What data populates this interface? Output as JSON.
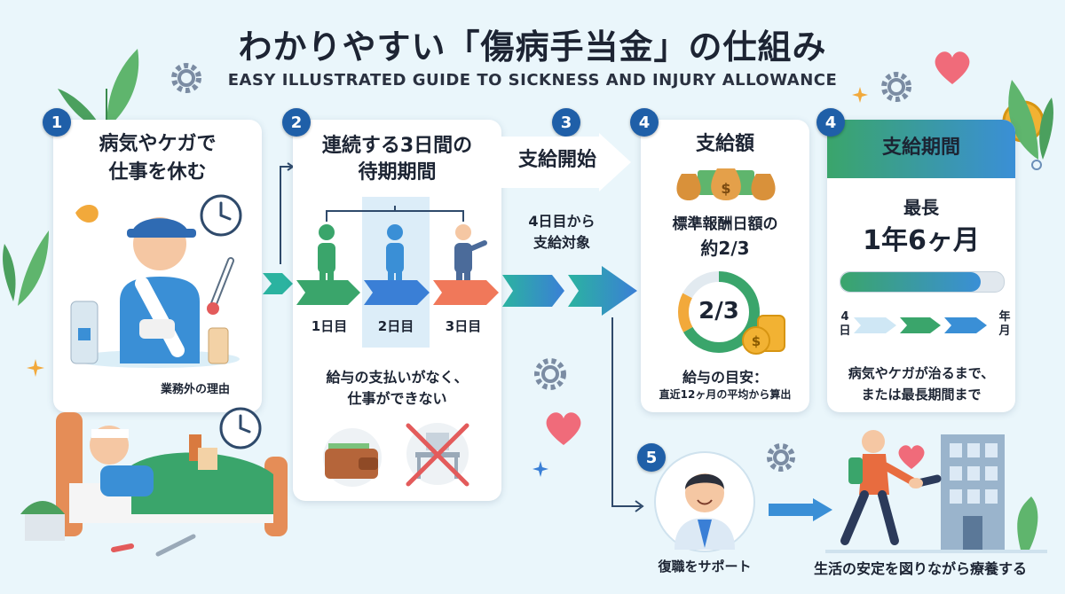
{
  "header": {
    "title": "わかりやすい「傷病手当金」の仕組み",
    "subtitle": "EASY ILLUSTRATED GUIDE TO SICKNESS AND INJURY ALLOWANCE"
  },
  "step1": {
    "badge": "1",
    "title_line1": "病気やケガで",
    "title_line2": "仕事を休む",
    "label": "業務外の理由"
  },
  "step2": {
    "badge": "2",
    "title_line1": "連続する3日間の",
    "title_line2": "待期期間",
    "days": [
      "1日目",
      "2日目",
      "3日目"
    ],
    "note_line1": "給与の支払いがなく、",
    "note_line2": "仕事ができない"
  },
  "step3": {
    "badge": "3",
    "banner": "支給開始",
    "note_line1": "4日目から",
    "note_line2": "支給対象"
  },
  "step4a": {
    "badge": "4",
    "title": "支給額",
    "line1": "標準報酬日額の",
    "line2": "約2/3",
    "fraction": "2/3",
    "guide_line1": "給与の目安：",
    "guide_line2": "直近12ヶ月の平均から算出"
  },
  "step4b": {
    "badge": "4",
    "header": "支給期間",
    "max_label": "最長",
    "duration": "1年6ヶ月",
    "timeline_start": "4\n日",
    "timeline_end": "年\n月",
    "note_line1": "病気やケガが治るまで、",
    "note_line2": "または最長期間まで"
  },
  "step5": {
    "badge": "5",
    "label": "復職をサポート"
  },
  "footer": {
    "right_label": "生活の安定を図りながら療養する"
  },
  "colors": {
    "badge": "#1f5fa8",
    "arrow_start": "#2bb3a0",
    "arrow_end": "#3a7fd6",
    "accent_green": "#3aa56b",
    "coin": "#f2b233",
    "heart": "#f06b7a"
  },
  "icons": [
    "gear-icon",
    "heart-icon",
    "coin-icon",
    "clock-icon",
    "thermometer-icon",
    "money-bag-icon",
    "wallet-icon",
    "desk-x-icon",
    "leaf-icon",
    "sparkle-icon",
    "building-icon"
  ]
}
